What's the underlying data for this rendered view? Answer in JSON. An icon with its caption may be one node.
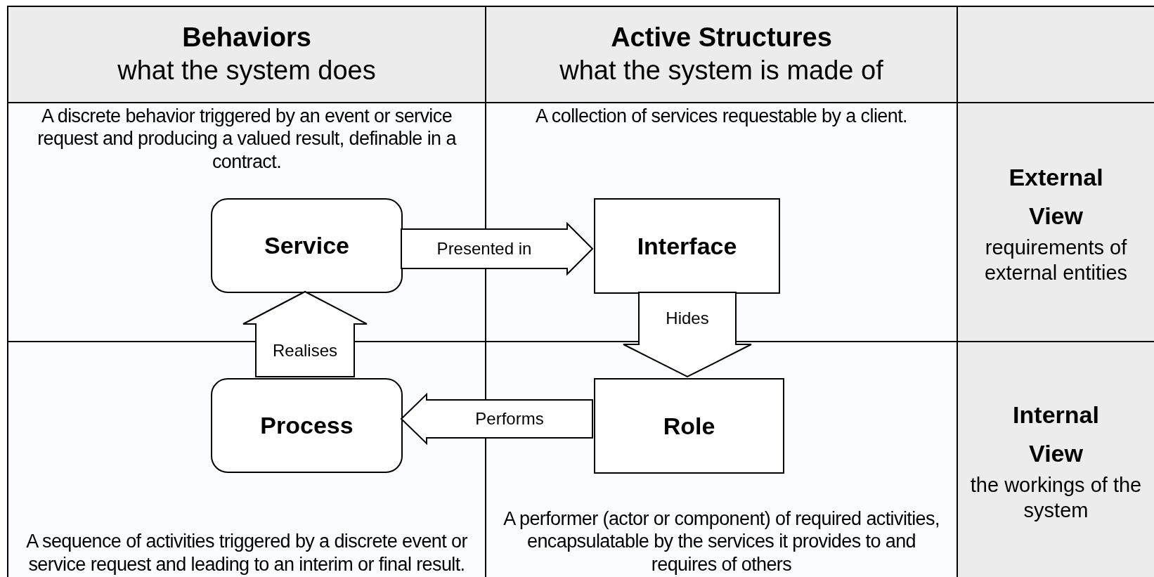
{
  "diagram": {
    "nodes": [
      {
        "text": [
          "Behaviors",
          "what the system does"
        ]
      },
      {
        "text": [
          "Active Structures",
          "what the system is made of"
        ]
      },
      {
        "text": [
          "External View",
          "requirements of external entities"
        ]
      },
      {
        "text": [
          "Internal View",
          "the workings of the system"
        ]
      },
      {
        "text": [
          "A discrete behavior triggered by an event or service request and producing a valued result, definable in a contract."
        ]
      },
      {
        "text": [
          "Service"
        ],
        "in": 4
      },
      {
        "text": [
          "A collection of services requestable by a client."
        ]
      },
      {
        "text": [
          "Interface"
        ],
        "in": 6
      },
      {
        "text": [
          "A sequence of activities triggered by a discrete event or service request and leading to an interim or final result."
        ]
      },
      {
        "text": [
          "Process"
        ],
        "in": 8
      },
      {
        "text": [
          "A performer (actor or component) of required activities, encapsulatable by the services it provides to and requires of others"
        ]
      },
      {
        "text": [
          "Role"
        ],
        "in": 10
      }
    ],
    "edges": [
      {
        "from": 5,
        "to": 7,
        "arrow": "to",
        "label": "Presented in"
      },
      {
        "from": 9,
        "to": 5,
        "arrow": "to",
        "label": "Realises"
      },
      {
        "from": 7,
        "to": 11,
        "arrow": "to",
        "label": "Hides"
      },
      {
        "from": 11,
        "to": 9,
        "arrow": "to",
        "label": "Performs"
      }
    ]
  }
}
